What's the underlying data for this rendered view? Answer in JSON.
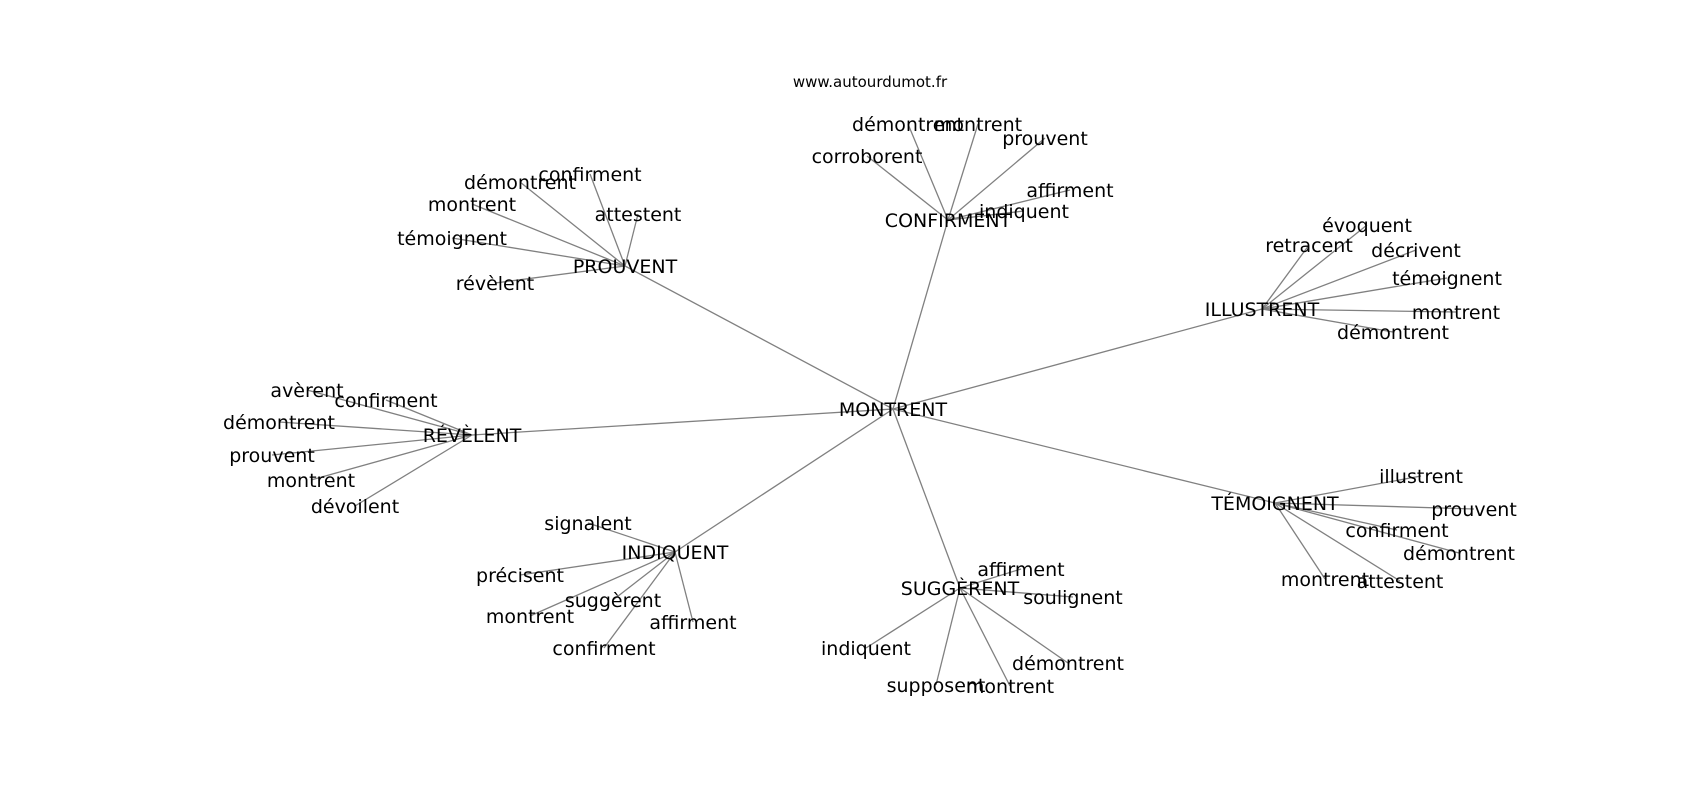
{
  "source": "www.autourdumot.fr",
  "center": "MONTRENT",
  "groups": [
    {
      "hub": "PROUVENT",
      "leaves": [
        "confirment",
        "démontrent",
        "montrent",
        "témoignent",
        "révèlent",
        "attestent"
      ]
    },
    {
      "hub": "CONFIRMENT",
      "leaves": [
        "démontrent",
        "montrent",
        "corroborent",
        "prouvent",
        "affirment",
        "indiquent"
      ]
    },
    {
      "hub": "ILLUSTRENT",
      "leaves": [
        "évoquent",
        "retracent",
        "décrivent",
        "témoignent",
        "montrent",
        "démontrent"
      ]
    },
    {
      "hub": "RÉVÈLENT",
      "leaves": [
        "avèrent",
        "confirment",
        "démontrent",
        "prouvent",
        "montrent",
        "dévoilent"
      ]
    },
    {
      "hub": "TÉMOIGNENT",
      "leaves": [
        "illustrent",
        "prouvent",
        "confirment",
        "démontrent",
        "montrent",
        "attestent"
      ]
    },
    {
      "hub": "INDIQUENT",
      "leaves": [
        "signalent",
        "précisent",
        "suggèrent",
        "montrent",
        "affirment",
        "confirment"
      ]
    },
    {
      "hub": "SUGGÈRENT",
      "leaves": [
        "affirment",
        "soulignent",
        "indiquent",
        "démontrent",
        "supposent",
        "montrent"
      ]
    }
  ]
}
